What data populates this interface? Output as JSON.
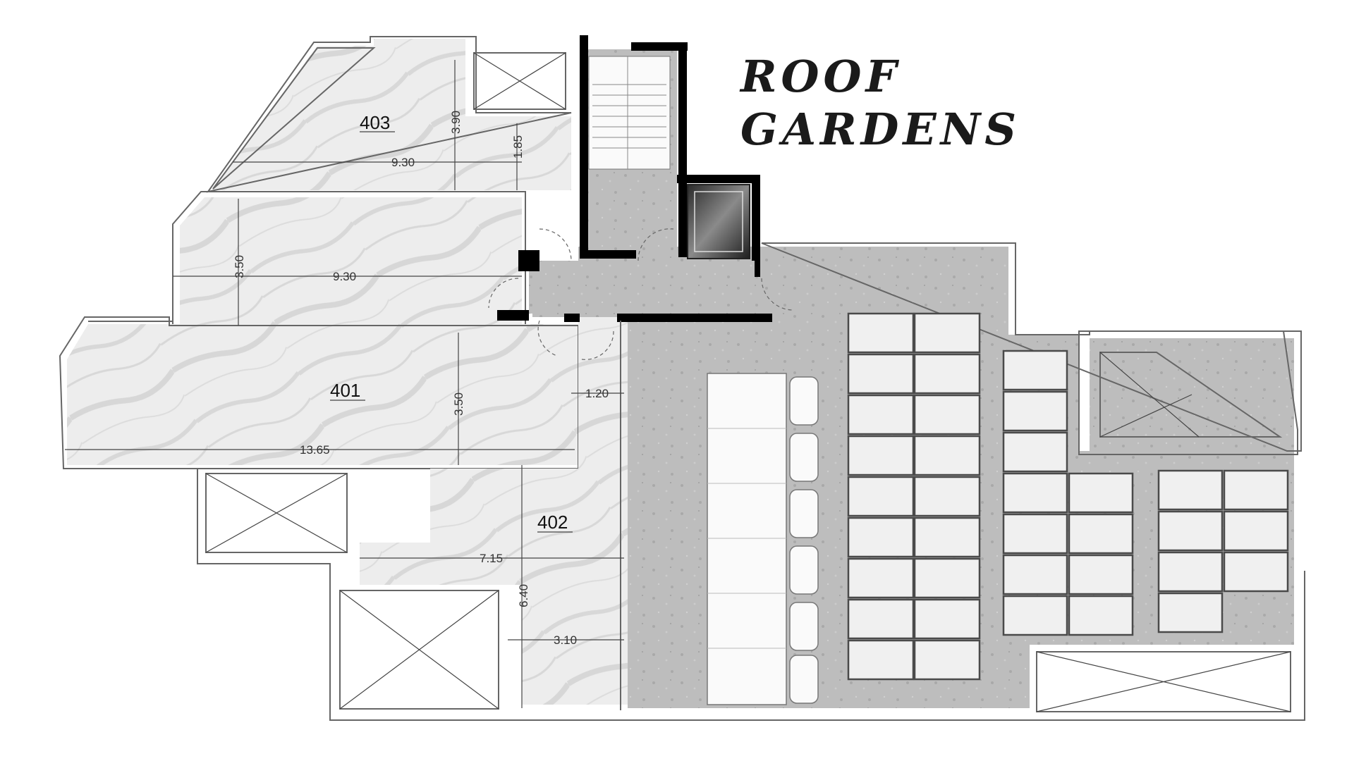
{
  "title": {
    "line1": "ROOF",
    "line2": "GARDENS"
  },
  "units": [
    {
      "id": "unit-403",
      "label": "403"
    },
    {
      "id": "unit-401",
      "label": "401"
    },
    {
      "id": "unit-402",
      "label": "402"
    }
  ],
  "dimensions": {
    "d403_width": "9.30",
    "d403_height": "3.90",
    "d403_step": "1.85",
    "mid_width": "9.30",
    "mid_height": "3.50",
    "d401_width": "13.65",
    "d401_height": "3.50",
    "corridor": "1.20",
    "d402_width": "7.15",
    "d402_height": "6.40",
    "d402_small": "3.10"
  },
  "colors": {
    "marble": "#e9e9e9",
    "concrete": "#b9b9b9",
    "wall": "#000000",
    "planter": "#f0f0f0"
  }
}
